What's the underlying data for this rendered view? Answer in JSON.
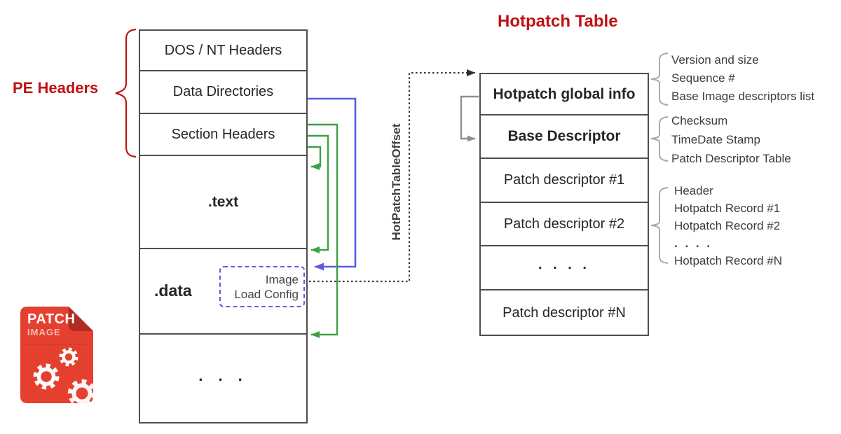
{
  "pe_label": "PE Headers",
  "hotpatch_title": "Hotpatch Table",
  "pe_rows": {
    "dos_nt": "DOS / NT Headers",
    "data_dirs": "Data Directories",
    "section_headers": "Section Headers",
    "text": ".text",
    "data": ".data",
    "dots": ". . ."
  },
  "load_config": {
    "line1": "Image",
    "line2": "Load Config"
  },
  "offset_label": "HotPatchTableOffset",
  "hp_rows": {
    "global_info": "Hotpatch global info",
    "base_descriptor": "Base Descriptor",
    "pd1": "Patch descriptor #1",
    "pd2": "Patch descriptor #2",
    "dots": ". . . .",
    "pdn": "Patch descriptor #N"
  },
  "annotations": {
    "global_info": [
      "Version and size",
      "Sequence #",
      "Base Image descriptors list"
    ],
    "base_descriptor": [
      "Checksum",
      "TimeDate Stamp",
      "Patch Descriptor Table"
    ],
    "patch_descriptor": [
      "Header",
      "Hotpatch Record #1",
      "Hotpatch Record #2",
      ". . . .",
      "Hotpatch Record #N"
    ]
  },
  "patch_icon": {
    "title": "PATCH",
    "subtitle": "IMAGE"
  },
  "colors": {
    "label_red": "#c01212",
    "icon_red": "#e5402f",
    "icon_fold_red": "#ad2d20",
    "arrow_green": "#3fa045",
    "arrow_blue": "#5a5ae0",
    "connector_grey": "#8f8f8f",
    "border_grey": "#4f4f4f"
  }
}
